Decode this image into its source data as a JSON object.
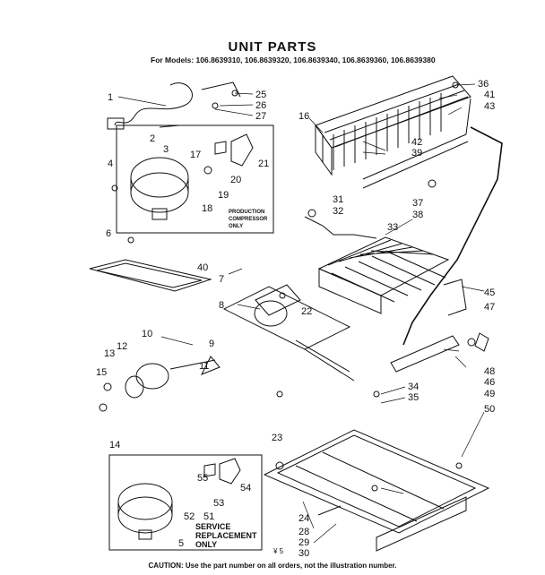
{
  "header": {
    "title": "UNIT PARTS",
    "models": "For Models: 106.8639310, 106.8639320, 106.8639340, 106.8639360, 106.8639380"
  },
  "labels": [
    "1",
    "2",
    "3",
    "4",
    "5",
    "6",
    "7",
    "8",
    "9",
    "10",
    "11",
    "12",
    "13",
    "14",
    "15",
    "16",
    "17",
    "18",
    "19",
    "20",
    "21",
    "22",
    "23",
    "24",
    "25",
    "26",
    "27",
    "28",
    "29",
    "30",
    "31",
    "32",
    "33",
    "34",
    "35",
    "36",
    "37",
    "38",
    "39",
    "40",
    "41",
    "42",
    "43",
    "45",
    "46",
    "47",
    "48",
    "49",
    "50",
    "51",
    "52",
    "53",
    "54",
    "55"
  ],
  "notes": {
    "production_compressor": [
      "PRODUCTION",
      "COMPRESSOR",
      "ONLY"
    ],
    "service_replacement": [
      "SERVICE",
      "REPLACEMENT",
      "ONLY"
    ],
    "corner_mark": "¥ 5"
  },
  "footer": {
    "caption": "CAUTION: Use the part number on all orders, not the illustration number."
  }
}
